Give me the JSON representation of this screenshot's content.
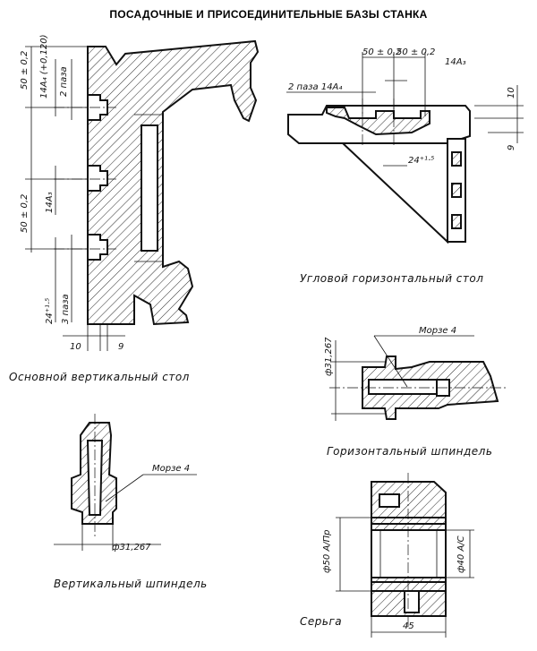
{
  "title": "ПОСАДОЧНЫЕ И ПРИСОЕДИНИТЕЛЬНЫЕ БАЗЫ СТАНКА",
  "captions": {
    "vertical_table": "Основной вертикальный стол",
    "angle_table": "Угловой горизонтальный стол",
    "horizontal_spindle": "Горизонтальный шпиндель",
    "vertical_spindle": "Вертикальный шпиндель",
    "earring": "Серьга"
  },
  "labels": {
    "vt_fit": "14A₄ (+0,120)",
    "vt_2slots": "2 паза",
    "vt_50a": "50 ± 0,2",
    "vt_14a3": "14A₃",
    "vt_50b": "50 ± 0,2",
    "vt_24": "24⁺¹·⁵",
    "vt_3slots": "3 паза",
    "vt_10": "10",
    "vt_9": "9",
    "at_50a": "50 ± 0,2",
    "at_50b": "50 ± 0,2",
    "at_14a3": "14A₃",
    "at_2slots": "2 паза 14A₄",
    "at_10": "10",
    "at_9": "9",
    "at_24": "24⁺¹·⁵",
    "hs_morse": "Морзе 4",
    "hs_dia": "ф31,267",
    "vs_morse": "Морзе 4",
    "vs_dia": "ф31,267",
    "er_d50": "ф50 А/Пр",
    "er_d40": "ф40 А/С",
    "er_45": "45"
  }
}
